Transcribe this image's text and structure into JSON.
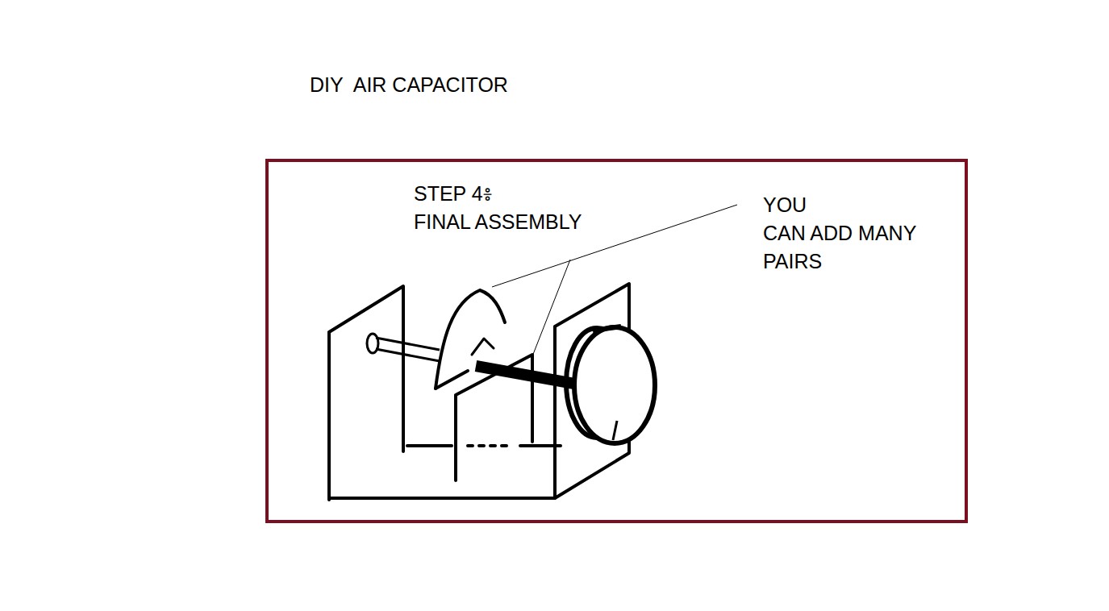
{
  "diagram": {
    "title": "DIY  AIR CAPACITOR",
    "labels": [
      "STEP 4៖ FINAL ASSEMBLY",
      "YOU CAN ADD MANY PAIRS"
    ]
  }
}
